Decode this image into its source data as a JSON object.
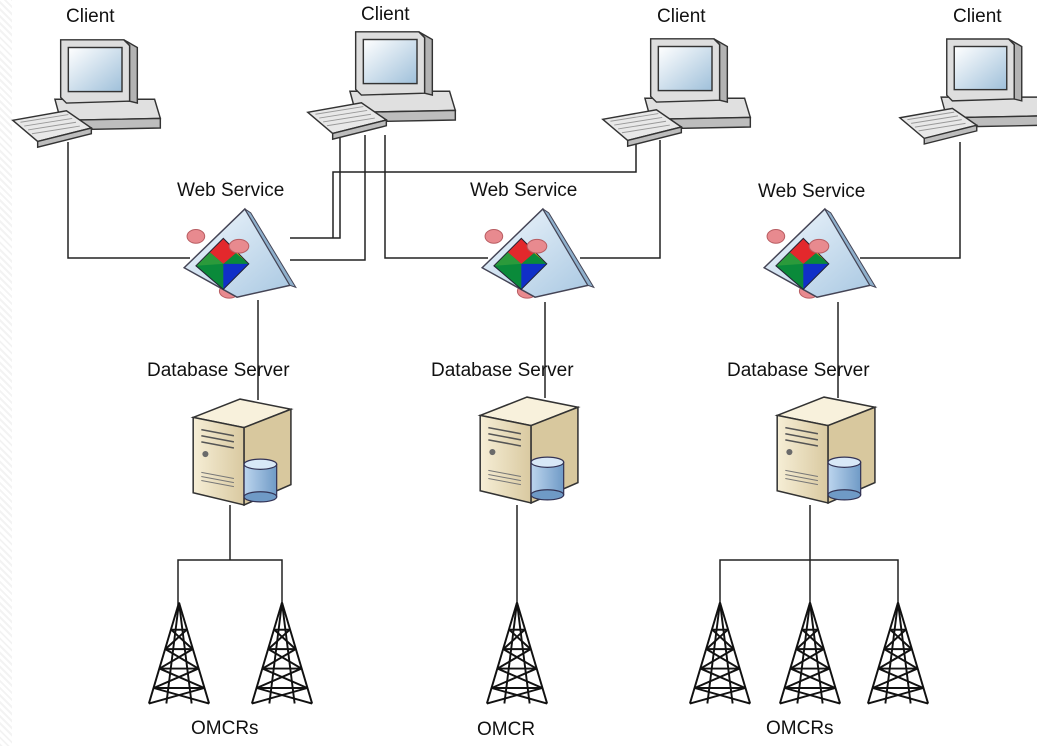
{
  "clients": [
    {
      "label": "Client"
    },
    {
      "label": "Client"
    },
    {
      "label": "Client"
    },
    {
      "label": "Client"
    }
  ],
  "web_services": [
    {
      "label": "Web Service"
    },
    {
      "label": "Web Service"
    },
    {
      "label": "Web Service"
    }
  ],
  "database_servers": [
    {
      "label": "Database Server"
    },
    {
      "label": "Database Server"
    },
    {
      "label": "Database Server"
    }
  ],
  "omcr_groups": [
    {
      "label": "OMCRs",
      "tower_count": 2
    },
    {
      "label": "OMCR",
      "tower_count": 1
    },
    {
      "label": "OMCRs",
      "tower_count": 3
    }
  ],
  "icons": {
    "client": "desktop-computer-icon",
    "web_service": "web-service-icon",
    "database_server": "database-server-icon",
    "omcr": "cell-tower-icon"
  },
  "colors": {
    "line": "#222222",
    "computer_body": "#eaeaea",
    "screen": "#a8c6de",
    "server_body": "#efe4c4",
    "db_cylinder": "#8fb6dc",
    "web_service_body": "#cfe3f3",
    "web_service_knob": "#e88a8f",
    "tower": "#111111"
  }
}
